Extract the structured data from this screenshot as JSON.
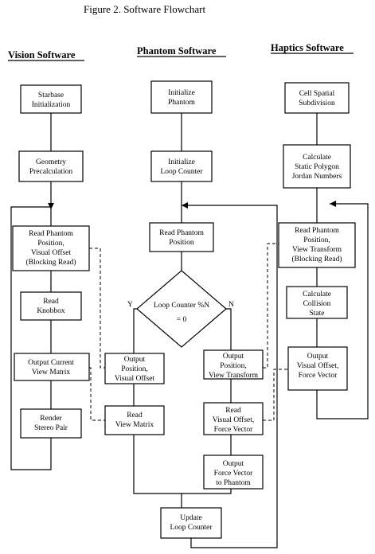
{
  "title": "Figure 2.   Software Flowchart",
  "columns": {
    "vision": "Vision Software",
    "phantom": "Phantom Software",
    "haptics": "Haptics Software"
  },
  "vision": {
    "starbase": "Starbase Initialization",
    "geometry": "Geometry Precalculation",
    "read_phantom": "Read Phantom Position, Visual Offset (Blocking Read)",
    "read_knobbox": "Read Knobbox",
    "output_view": "Output Current View Matrix",
    "render": "Render Stereo Pair"
  },
  "phantom": {
    "init_phantom": "Initialize Phantom",
    "init_loop": "Initialize Loop Counter",
    "read_position": "Read Phantom Position",
    "decision": "Loop Counter %N = 0",
    "yes": "Y",
    "no": "N",
    "out_pos_visual": "Output Position, Visual Offset",
    "read_view": "Read View Matrix",
    "out_pos_view": "Output Position, View Transform",
    "read_visual_force": "Read Visual Offset, Force Vector",
    "out_force": "Output Force Vector to Phantom",
    "update_loop": "Update Loop Counter"
  },
  "haptics": {
    "cell_spatial": "Cell Spatial Subdivision",
    "calc_static": "Calculate Static Polygon Jordan Numbers",
    "read_phantom_view": "Read Phantom Position, View Transform (Blocking Read)",
    "calc_collision": "Calculate Collision State",
    "out_visual_force": "Output Visual Offset, Force Vector"
  }
}
